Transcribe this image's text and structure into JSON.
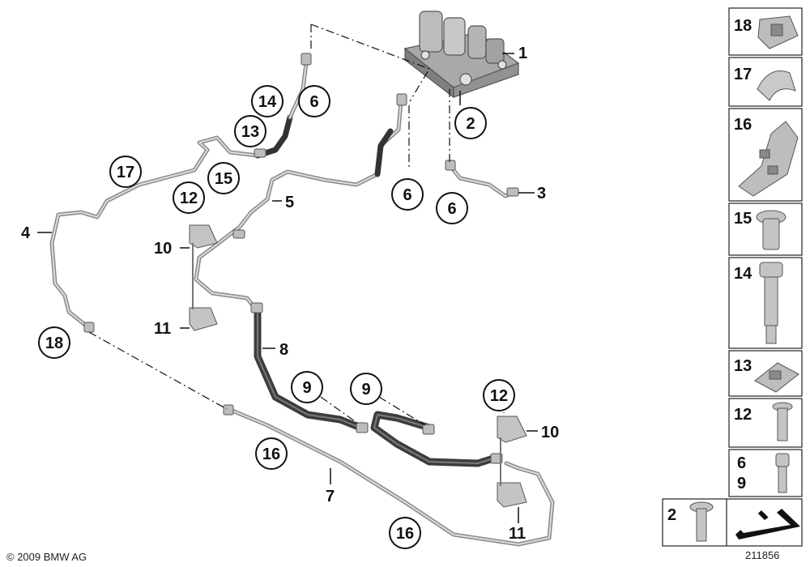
{
  "diagram": {
    "copyright": "© 2009 BMW AG",
    "diagram_number": "211856",
    "callouts": {
      "c1": "1",
      "c2": "2",
      "c3": "3",
      "c4": "4",
      "c5": "5",
      "c6a": "6",
      "c6b": "6",
      "c6c": "6",
      "c7": "7",
      "c8": "8",
      "c9a": "9",
      "c9b": "9",
      "c10a": "10",
      "c10b": "10",
      "c11a": "11",
      "c11b": "11",
      "c12a": "12",
      "c12b": "12",
      "c13": "13",
      "c14": "14",
      "c15": "15",
      "c16a": "16",
      "c16b": "16",
      "c17": "17",
      "c18": "18"
    },
    "legend": {
      "l18": "18",
      "l17": "17",
      "l16": "16",
      "l15": "15",
      "l14": "14",
      "l13": "13",
      "l12": "12",
      "l6": "6",
      "l9": "9",
      "l2": "2"
    }
  }
}
